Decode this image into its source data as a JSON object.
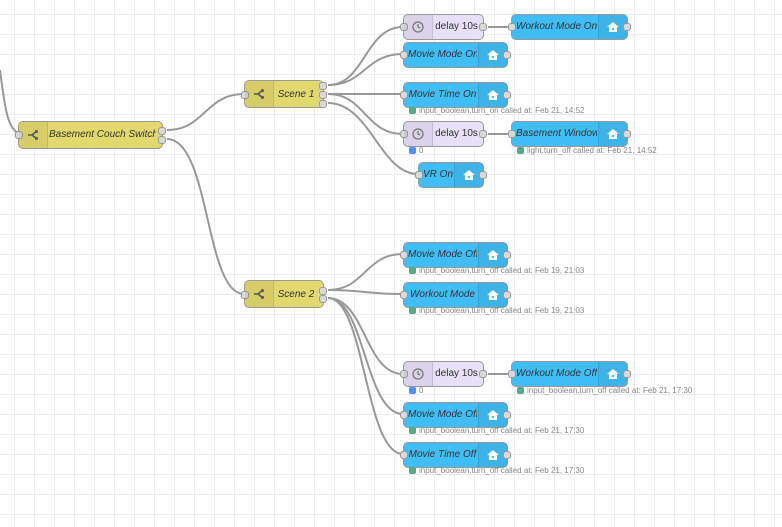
{
  "colors": {
    "switch_node": "#e2d96e",
    "ha_node": "#41bdf5",
    "delay_node": "#e6e0f8",
    "status_green": "#55aa88",
    "status_blue": "#4d90fe",
    "wire": "#999999"
  },
  "nodes": {
    "basement_couch_switch": {
      "label": "Basement Couch Switch",
      "icon": "switch-icon"
    },
    "scene1": {
      "label": "Scene 1",
      "icon": "switch-icon"
    },
    "scene2": {
      "label": "Scene 2",
      "icon": "switch-icon"
    },
    "delay_workout_on": {
      "label": "delay 10s",
      "icon": "timer-icon"
    },
    "workout_mode_on": {
      "label": "Workout Mode On",
      "icon": "home-assistant-icon"
    },
    "movie_mode_on": {
      "label": "Movie Mode On",
      "icon": "home-assistant-icon"
    },
    "movie_time_on": {
      "label": "Movie Time On",
      "icon": "home-assistant-icon",
      "status": "input_boolean.turn_on called at: Feb 21, 14:52"
    },
    "delay_basement_window": {
      "label": "delay 10s",
      "icon": "timer-icon",
      "status": "0"
    },
    "basement_window": {
      "label": "Basement Window",
      "icon": "home-assistant-icon",
      "status": "light.turn_off called at: Feb 21, 14:52"
    },
    "vr_on": {
      "label": "VR On",
      "icon": "home-assistant-icon"
    },
    "movie_mode_off_1": {
      "label": "Movie Mode Off",
      "icon": "home-assistant-icon",
      "status": "input_boolean.turn_off called at: Feb 19, 21:03"
    },
    "workout_mode": {
      "label": "Workout Mode",
      "icon": "home-assistant-icon",
      "status": "input_boolean.turn_off called at: Feb 19, 21:03"
    },
    "delay_workout_off": {
      "label": "delay 10s",
      "icon": "timer-icon",
      "status": "0"
    },
    "workout_mode_off": {
      "label": "Workout Mode Off",
      "icon": "home-assistant-icon",
      "status": "input_boolean.turn_off called at: Feb 21, 17:30"
    },
    "movie_mode_off_2": {
      "label": "Movie Mode Off",
      "icon": "home-assistant-icon",
      "status": "input_boolean.turn_off called at: Feb 21, 17:30"
    },
    "movie_time_off": {
      "label": "Movie Time Off",
      "icon": "home-assistant-icon",
      "status": "input_boolean.turn_off called at: Feb 21, 17:30"
    }
  }
}
